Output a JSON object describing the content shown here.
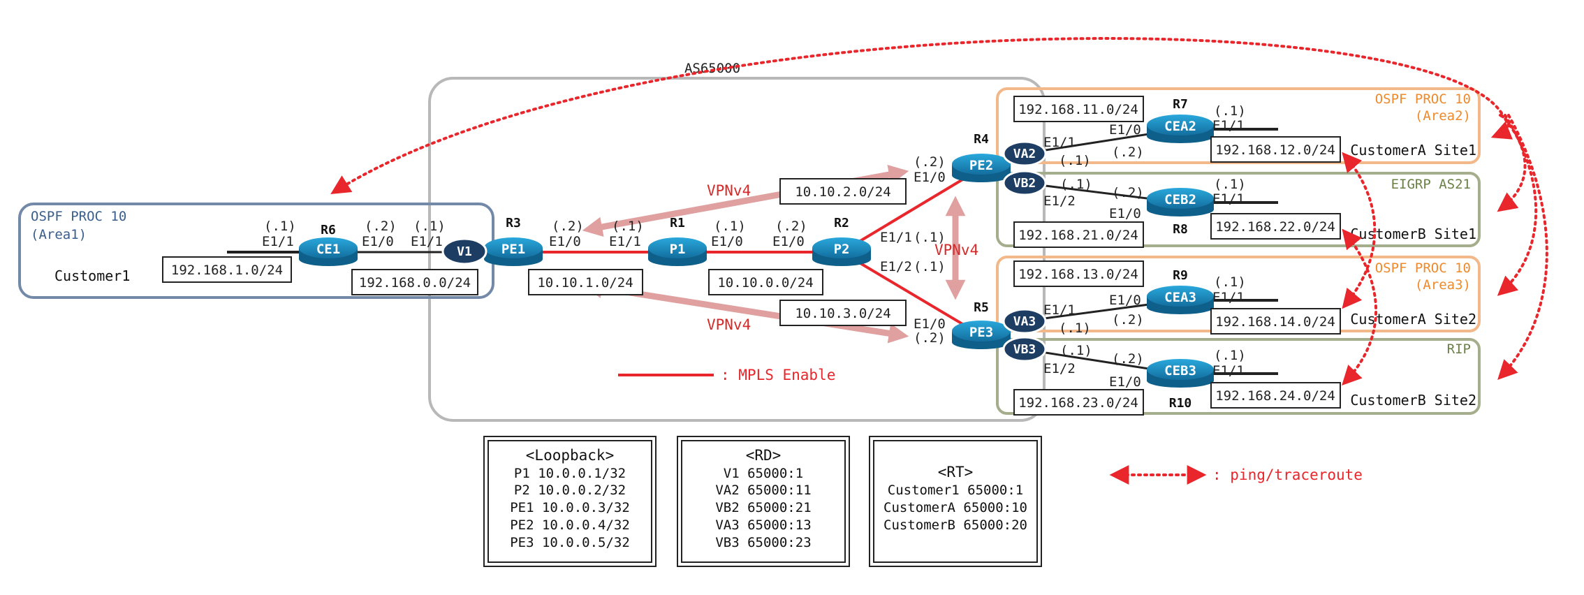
{
  "as_label": "AS65000",
  "areas": {
    "customer1": {
      "title1": "OSPF PROC 10",
      "title2": "(Area1)",
      "site": "Customer1"
    },
    "a2": {
      "title1": "OSPF PROC 10",
      "title2": "(Area2)",
      "site": "CustomerA Site1"
    },
    "eigrp": {
      "title1": "EIGRP AS21",
      "site": "CustomerB Site1"
    },
    "a3": {
      "title1": "OSPF PROC 10",
      "title2": "(Area3)",
      "site": "CustomerA Site2"
    },
    "rip": {
      "title1": "RIP",
      "site": "CustomerB Site2"
    }
  },
  "routers": {
    "ce1": {
      "name": "R6",
      "label": "CE1"
    },
    "pe1": {
      "name": "R3",
      "label": "PE1"
    },
    "p1": {
      "name": "R1",
      "label": "P1"
    },
    "p2": {
      "name": "R2",
      "label": "P2"
    },
    "pe2": {
      "name": "R4",
      "label": "PE2"
    },
    "pe3": {
      "name": "R5",
      "label": "PE3"
    },
    "cea2": {
      "name": "R7",
      "label": "CEA2"
    },
    "ceb2": {
      "name": "R8",
      "label": "CEB2"
    },
    "cea3": {
      "name": "R9",
      "label": "CEA3"
    },
    "ceb3": {
      "name": "R10",
      "label": "CEB3"
    }
  },
  "vrfs": {
    "v1": "V1",
    "va2": "VA2",
    "vb2": "VB2",
    "va3": "VA3",
    "vb3": "VB3"
  },
  "networks": {
    "n1": "192.168.1.0/24",
    "n0": "192.168.0.0/24",
    "n10101": "10.10.1.0/24",
    "n10100": "10.10.0.0/24",
    "n10102": "10.10.2.0/24",
    "n10103": "10.10.3.0/24",
    "n11": "192.168.11.0/24",
    "n12": "192.168.12.0/24",
    "n21": "192.168.21.0/24",
    "n22": "192.168.22.0/24",
    "n13": "192.168.13.0/24",
    "n14": "192.168.14.0/24",
    "n23": "192.168.23.0/24",
    "n24": "192.168.24.0/24"
  },
  "labels": {
    "ce1_e11_ip": "(.1)",
    "ce1_e11": "E1/1",
    "ce1_e10_ip": "(.2)",
    "ce1_e10": "E1/0",
    "pe1_e11_ip": "(.1)",
    "pe1_e11": "E1/1",
    "pe1_e10_ip": "(.2)",
    "pe1_e10": "E1/0",
    "p1_e11_ip": "(.1)",
    "p1_e11": "E1/1",
    "p1_e10_ip": "(.1)",
    "p1_e10": "E1/0",
    "p2_e10_ip": "(.2)",
    "p2_e10": "E1/0",
    "p2_e11": "E1/1",
    "p2_e11_ip": "(.1)",
    "p2_e12": "E1/2",
    "p2_e12_ip": "(.1)",
    "pe2_e10_ip": "(.2)",
    "pe2_e10": "E1/0",
    "pe3_e10": "E1/0",
    "pe3_e10_ip": "(.2)",
    "pe2_e11": "E1/1",
    "pe2_e11_ip": "(.1)",
    "pe2_e12_ip": "(.1)",
    "pe2_e12": "E1/2",
    "cea2_e10": "E1/0",
    "cea2_e10_ip": "(.2)",
    "cea2_e11_ip": "(.1)",
    "cea2_e11": "E1/1",
    "ceb2_e10_ip": "(.2)",
    "ceb2_e10": "E1/0",
    "ceb2_e11_ip": "(.1)",
    "ceb2_e11": "E1/1",
    "pe3_e11": "E1/1",
    "pe3_e11_ip": "(.1)",
    "pe3_e12_ip": "(.1)",
    "pe3_e12": "E1/2",
    "cea3_e10": "E1/0",
    "cea3_e10_ip": "(.2)",
    "cea3_e11_ip": "(.1)",
    "cea3_e11": "E1/1",
    "ceb3_e10_ip": "(.2)",
    "ceb3_e10": "E1/0",
    "ceb3_e11_ip": "(.1)",
    "ceb3_e11": "E1/1"
  },
  "vpnv4": "VPNv4",
  "legend": {
    "mpls": ": MPLS Enable",
    "ping": ": ping/traceroute"
  },
  "tables": {
    "loopback": {
      "title": "<Loopback>",
      "rows": [
        "P1 10.0.0.1/32",
        "P2 10.0.0.2/32",
        "PE1 10.0.0.3/32",
        "PE2 10.0.0.4/32",
        "PE3 10.0.0.5/32"
      ]
    },
    "rd": {
      "title": "<RD>",
      "rows": [
        "V1 65000:1",
        "VA2 65000:11",
        "VB2 65000:21",
        "VA3 65000:13",
        "VB3 65000:23"
      ]
    },
    "rt": {
      "title": "<RT>",
      "rows": [
        "Customer1 65000:1",
        "CustomerA 65000:10",
        "CustomerB 65000:20"
      ]
    }
  },
  "colors": {
    "router_fill": "#1e94c8",
    "router_dark": "#0e5f8a",
    "vrf_fill": "#1d3d63",
    "mpls_line": "#e8262b",
    "vpn_arrow": "#e0a0a0",
    "as_border": "#b8b8b8",
    "blue_border": "#7389a8",
    "orange_border": "#f2b889",
    "green_border": "#a4ad8c"
  }
}
